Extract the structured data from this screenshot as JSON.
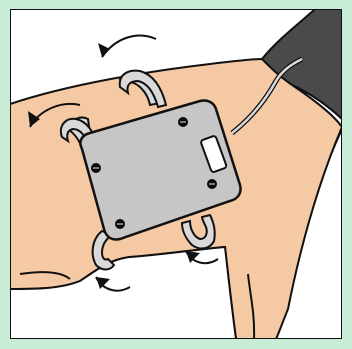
{
  "illustration": {
    "subject": "device-strapped-to-upper-arm",
    "elements": [
      "background-frame",
      "arm",
      "shirt-sleeve",
      "white-shirt",
      "device-box",
      "screw-top-left",
      "screw-top-right",
      "screw-middle-right",
      "screw-bottom-left",
      "status-window",
      "cable",
      "strap-upper-left",
      "strap-upper-right",
      "strap-lower-left",
      "strap-lower-right",
      "rotate-arrow-top",
      "rotate-arrow-left",
      "rotate-arrow-bottom-left",
      "rotate-arrow-bottom-right"
    ]
  },
  "colors": {
    "frame": "#c9ecd7",
    "skin": "#f5c9a3",
    "sleeve": "#4a4a4a",
    "shirt": "#ffffff",
    "device": "#c6c6c6",
    "strap": "#d9d9d9",
    "outline": "#111111",
    "screw": "#0a0a0a"
  }
}
